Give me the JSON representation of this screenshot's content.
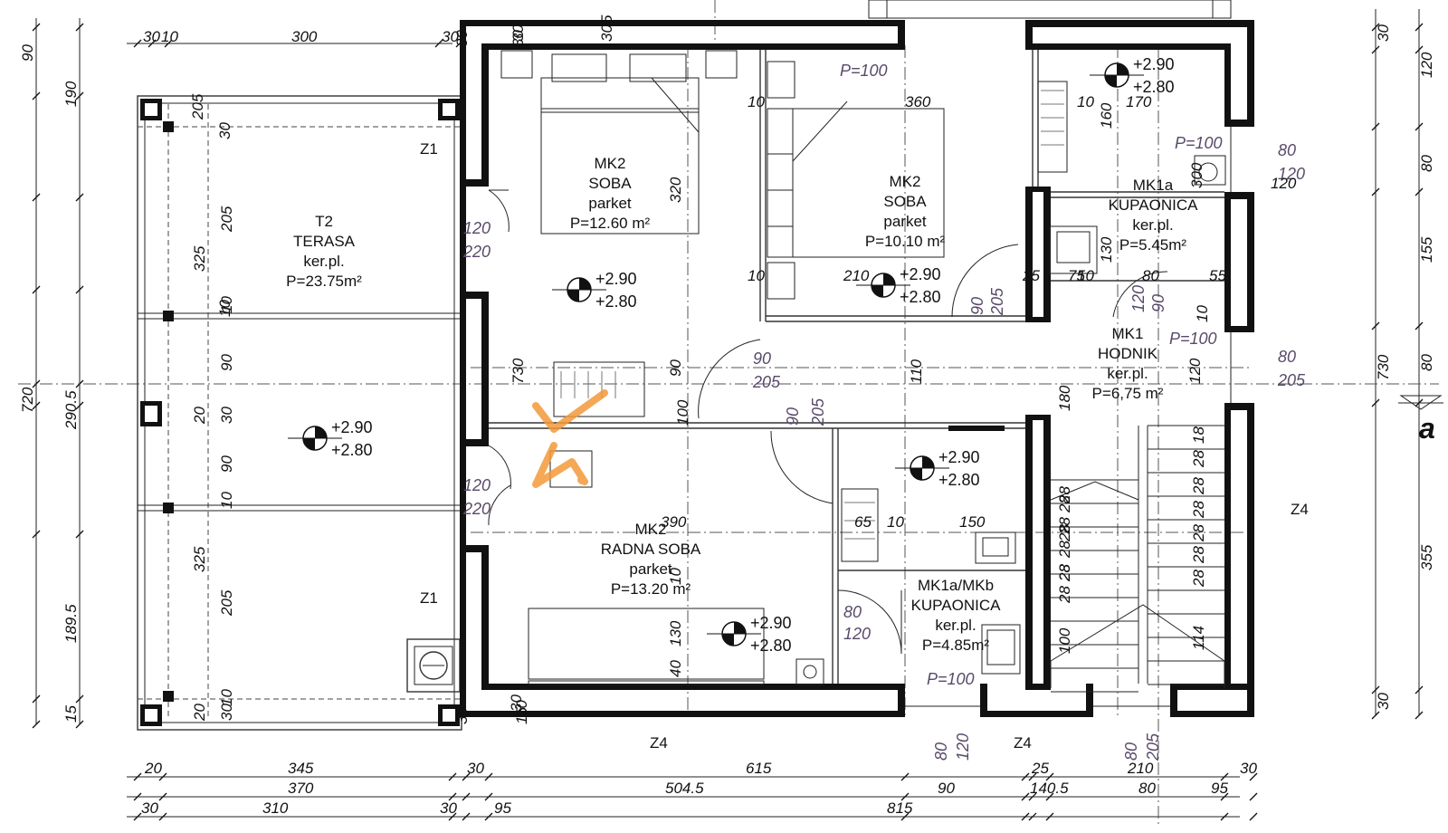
{
  "rooms": [
    {
      "code": "T2",
      "name": "TERASA",
      "floor": "ker.pl.",
      "area": "P=23.75m²"
    },
    {
      "code": "MK2",
      "name": "SOBA",
      "floor": "parket",
      "area": "P=12.60 m²"
    },
    {
      "code": "MK2",
      "name": "SOBA",
      "floor": "parket",
      "area": "P=10.10 m²"
    },
    {
      "code": "MK1a",
      "name": "KUPAONICA",
      "floor": "ker.pl.",
      "area": "P=5.45m²"
    },
    {
      "code": "MK1",
      "name": "HODNIK",
      "floor": "ker.pl.",
      "area": "P=6,75 m²"
    },
    {
      "code": "MK2",
      "name": "RADNA SOBA",
      "floor": "parket",
      "area": "P=13.20 m²"
    },
    {
      "code": "MK1a/MKb",
      "name": "KUPAONICA",
      "floor": "ker.pl.",
      "area": "P=4.85m²"
    }
  ],
  "levels": {
    "top": "+2.90",
    "bottom": "+2.80"
  },
  "purple_labels": [
    "P=100",
    "P=100",
    "P=100",
    "P=100",
    "120",
    "220",
    "120",
    "220",
    "90",
    "205",
    "90",
    "205",
    "90",
    "205",
    "80",
    "120",
    "80",
    "120",
    "80",
    "205",
    "90",
    "120",
    "80",
    "120",
    "80",
    "205"
  ],
  "zone_labels": [
    "Z1",
    "Z1",
    "Z4",
    "Z4",
    "Z4"
  ],
  "section_mark": "a",
  "dims_bottom_row1": [
    "20",
    "345",
    "30",
    "615",
    "25",
    "210",
    "30"
  ],
  "dims_bottom_row2": [
    "370",
    "504.5",
    "90",
    "140.5",
    "80",
    "95"
  ],
  "dims_bottom_row3": [
    "30",
    "310",
    "30",
    "95",
    "815"
  ],
  "dims_top": [
    "30",
    "10",
    "300",
    "30",
    "30",
    "30",
    "5"
  ],
  "dims_left_outer": [
    "90",
    "190",
    "720",
    "290.5",
    "189.5",
    "15"
  ],
  "dims_left_inner": [
    "205",
    "10",
    "30",
    "205",
    "325",
    "10",
    "90",
    "20",
    "30",
    "90",
    "10",
    "325",
    "205",
    "20",
    "30",
    "10"
  ],
  "dims_right": [
    "30",
    "120",
    "80",
    "155",
    "730",
    "80",
    "355",
    "30"
  ],
  "dims_interior": [
    "360",
    "10",
    "170",
    "10",
    "160",
    "320",
    "10",
    "210",
    "10",
    "25",
    "75",
    "80",
    "55",
    "130",
    "730",
    "90",
    "100",
    "110",
    "180",
    "120",
    "10",
    "390",
    "65",
    "10",
    "150",
    "10",
    "130",
    "40",
    "114",
    "100",
    "30",
    "10",
    "28",
    "28",
    "28",
    "28",
    "28",
    "18",
    "28",
    "28",
    "28",
    "28",
    "28",
    "28",
    "28",
    "28",
    "28",
    "300",
    "120",
    "30",
    "30",
    "15",
    "30"
  ]
}
